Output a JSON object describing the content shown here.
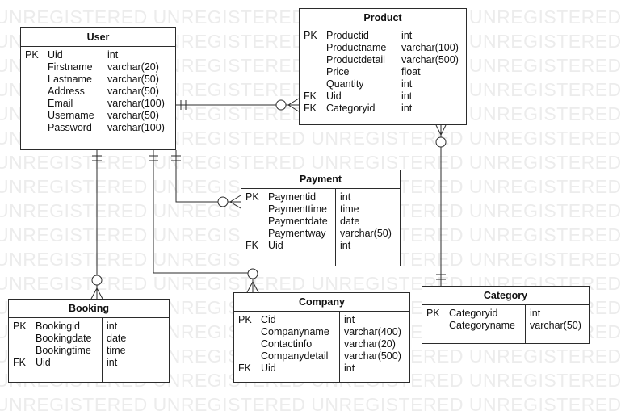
{
  "watermark": {
    "text": "UNREGISTERED UNREGISTERED UNREGISTERED UNREGISTERED"
  },
  "entities": {
    "user": {
      "name": "User",
      "rows": [
        {
          "key": "PK",
          "field": "Uid",
          "type": "int"
        },
        {
          "key": "",
          "field": "Firstname",
          "type": "varchar(20)"
        },
        {
          "key": "",
          "field": "Lastname",
          "type": "varchar(50)"
        },
        {
          "key": "",
          "field": "Address",
          "type": "varchar(50)"
        },
        {
          "key": "",
          "field": "Email",
          "type": "varchar(100)"
        },
        {
          "key": "",
          "field": "Username",
          "type": "varchar(50)"
        },
        {
          "key": "",
          "field": "Password",
          "type": "varchar(100)"
        }
      ]
    },
    "product": {
      "name": "Product",
      "rows": [
        {
          "key": "PK",
          "field": "Productid",
          "type": "int"
        },
        {
          "key": "",
          "field": "Productname",
          "type": "varchar(100)"
        },
        {
          "key": "",
          "field": "Productdetail",
          "type": "varchar(500)"
        },
        {
          "key": "",
          "field": "Price",
          "type": "float"
        },
        {
          "key": "",
          "field": "Quantity",
          "type": "int"
        },
        {
          "key": "FK",
          "field": "Uid",
          "type": "int"
        },
        {
          "key": "FK",
          "field": "Categoryid",
          "type": "int"
        }
      ]
    },
    "payment": {
      "name": "Payment",
      "rows": [
        {
          "key": "PK",
          "field": "Paymentid",
          "type": "int"
        },
        {
          "key": "",
          "field": "Paymenttime",
          "type": "time"
        },
        {
          "key": "",
          "field": "Paymentdate",
          "type": "date"
        },
        {
          "key": "",
          "field": "Paymentway",
          "type": "varchar(50)"
        },
        {
          "key": "FK",
          "field": "Uid",
          "type": "int"
        }
      ]
    },
    "booking": {
      "name": "Booking",
      "rows": [
        {
          "key": "PK",
          "field": "Bookingid",
          "type": "int"
        },
        {
          "key": "",
          "field": "Bookingdate",
          "type": "date"
        },
        {
          "key": "",
          "field": "Bookingtime",
          "type": "time"
        },
        {
          "key": "FK",
          "field": "Uid",
          "type": "int"
        }
      ]
    },
    "company": {
      "name": "Company",
      "rows": [
        {
          "key": "PK",
          "field": "Cid",
          "type": "int"
        },
        {
          "key": "",
          "field": "Companyname",
          "type": "varchar(400)"
        },
        {
          "key": "",
          "field": "Contactinfo",
          "type": "varchar(20)"
        },
        {
          "key": "",
          "field": "Companydetail",
          "type": "varchar(500)"
        },
        {
          "key": "FK",
          "field": "Uid",
          "type": "int"
        }
      ]
    },
    "category": {
      "name": "Category",
      "rows": [
        {
          "key": "PK",
          "field": "Categoryid",
          "type": "int"
        },
        {
          "key": "",
          "field": "Categoryname",
          "type": "varchar(50)"
        }
      ]
    }
  }
}
